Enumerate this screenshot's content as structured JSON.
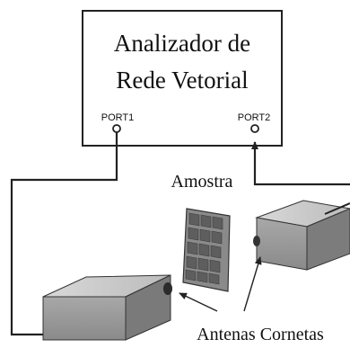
{
  "analyzer": {
    "title_line1": "Analizador de",
    "title_line2": "Rede Vetorial",
    "port1_label": "PORT1",
    "port2_label": "PORT2"
  },
  "sample": {
    "label": "Amostra"
  },
  "antennas": {
    "label": "Antenas Cornetas"
  },
  "colors": {
    "stroke": "#222222",
    "box_front": "#9a9a9a",
    "box_top": "#c8c8c8",
    "box_side": "#7a7a7a",
    "sample_fill": "#8c8c8c",
    "sample_cell": "#5f5f5f"
  }
}
